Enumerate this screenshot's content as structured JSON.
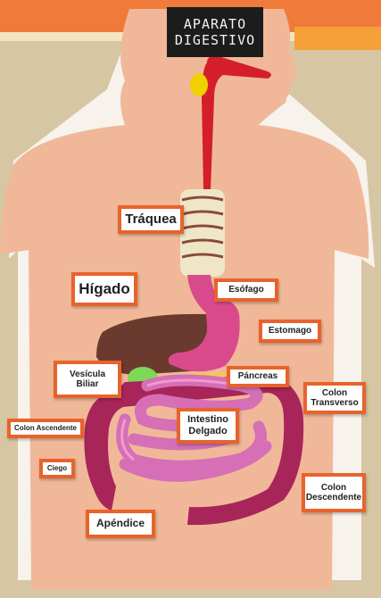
{
  "title": {
    "line1": "APARATO",
    "line2": "DIGESTIVO"
  },
  "labels": {
    "traquea": "Tráquea",
    "higado": "Hígado",
    "esofago": "Esófago",
    "estomago": "Estomago",
    "vesicula": "Vesícula\nBiliar",
    "pancreas": "Páncreas",
    "colon_transverso": "Colon\nTransverso",
    "colon_ascendente": "Colon Ascendente",
    "intestino_delgado": "Intestino\nDelgado",
    "ciego": "Ciego",
    "colon_descendente": "Colon\nDescendente",
    "apendice": "Apéndice"
  },
  "colors": {
    "body": "#f0b898",
    "liver": "#6b3a2e",
    "stomach": "#d94a8c",
    "large_intestine": "#a8255a",
    "small_intestine": "#d66fb6",
    "gallbladder": "#7ed957",
    "trachea": "#efe6c8",
    "tag_border": "#e8632c"
  }
}
